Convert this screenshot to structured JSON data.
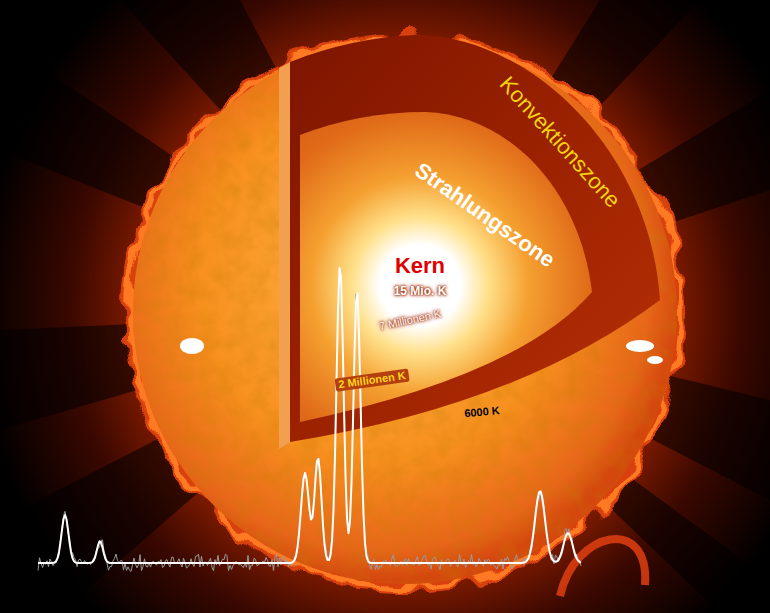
{
  "diagram": {
    "nodes": [
      {
        "text": [
          "Konvektionszone"
        ]
      },
      {
        "text": [
          "Strahlungszone"
        ],
        "in": 0
      },
      {
        "text": [
          "Kern",
          "15 Mio. K"
        ],
        "in": 1
      }
    ],
    "labels": [
      "7 Millionen K",
      "2 Millionen K",
      "6000 K"
    ]
  }
}
